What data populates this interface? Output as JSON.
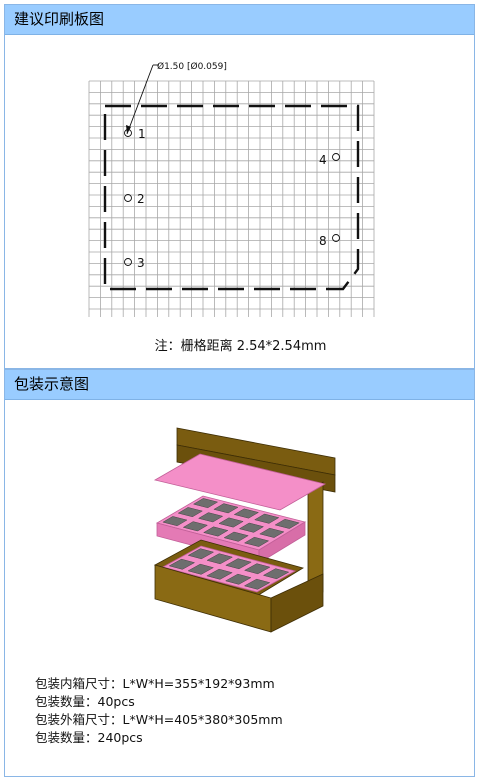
{
  "pcb_section": {
    "title": "建议印刷板图",
    "hole_dimension": "Ø1.50 [Ø0.059]",
    "pins": [
      "1",
      "2",
      "3",
      "4",
      "8"
    ],
    "note": "注：栅格距离 2.54*2.54mm"
  },
  "packaging_section": {
    "title": "包装示意图",
    "specs": [
      "包装内箱尺寸：L*W*H=355*192*93mm",
      "包装数量：40pcs",
      "包装外箱尺寸：L*W*H=405*380*305mm",
      "包装数量：240pcs"
    ]
  },
  "colors": {
    "header_bg": "#99ccff",
    "border": "#8ab6e6",
    "box_brown": "#7a5c10",
    "tray_pink": "#f48fc8",
    "cell_gray": "#6e6e6e"
  }
}
